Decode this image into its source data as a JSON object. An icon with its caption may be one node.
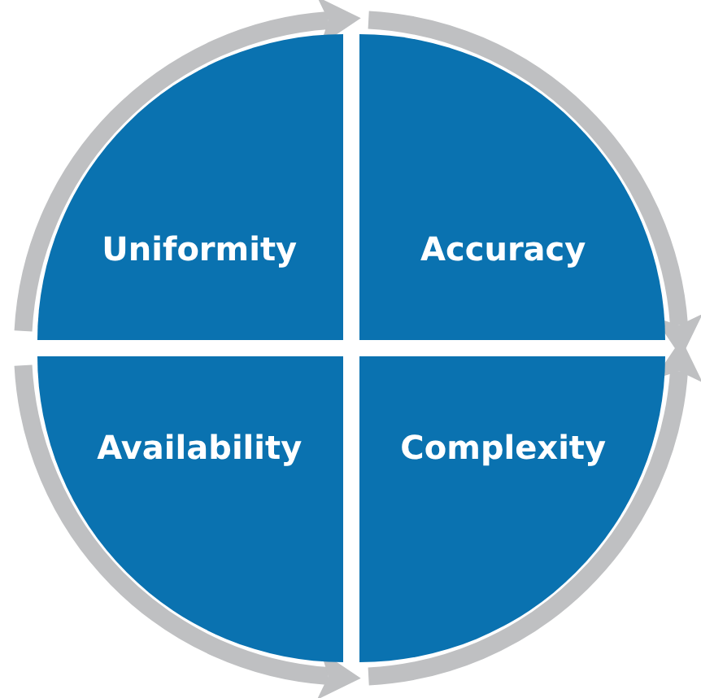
{
  "diagram": {
    "nodes": [
      {
        "text": [
          "Uniformity"
        ]
      },
      {
        "text": [
          "Accuracy"
        ]
      },
      {
        "text": [
          "Availability"
        ]
      },
      {
        "text": [
          "Complexity"
        ]
      }
    ],
    "edges": [
      {
        "from": 0,
        "to": 1,
        "arrow": "to"
      },
      {
        "from": 1,
        "to": 3,
        "arrow": "to"
      },
      {
        "from": 3,
        "to": 1,
        "arrow": "to"
      },
      {
        "from": 2,
        "to": 3,
        "arrow": "to"
      }
    ]
  }
}
